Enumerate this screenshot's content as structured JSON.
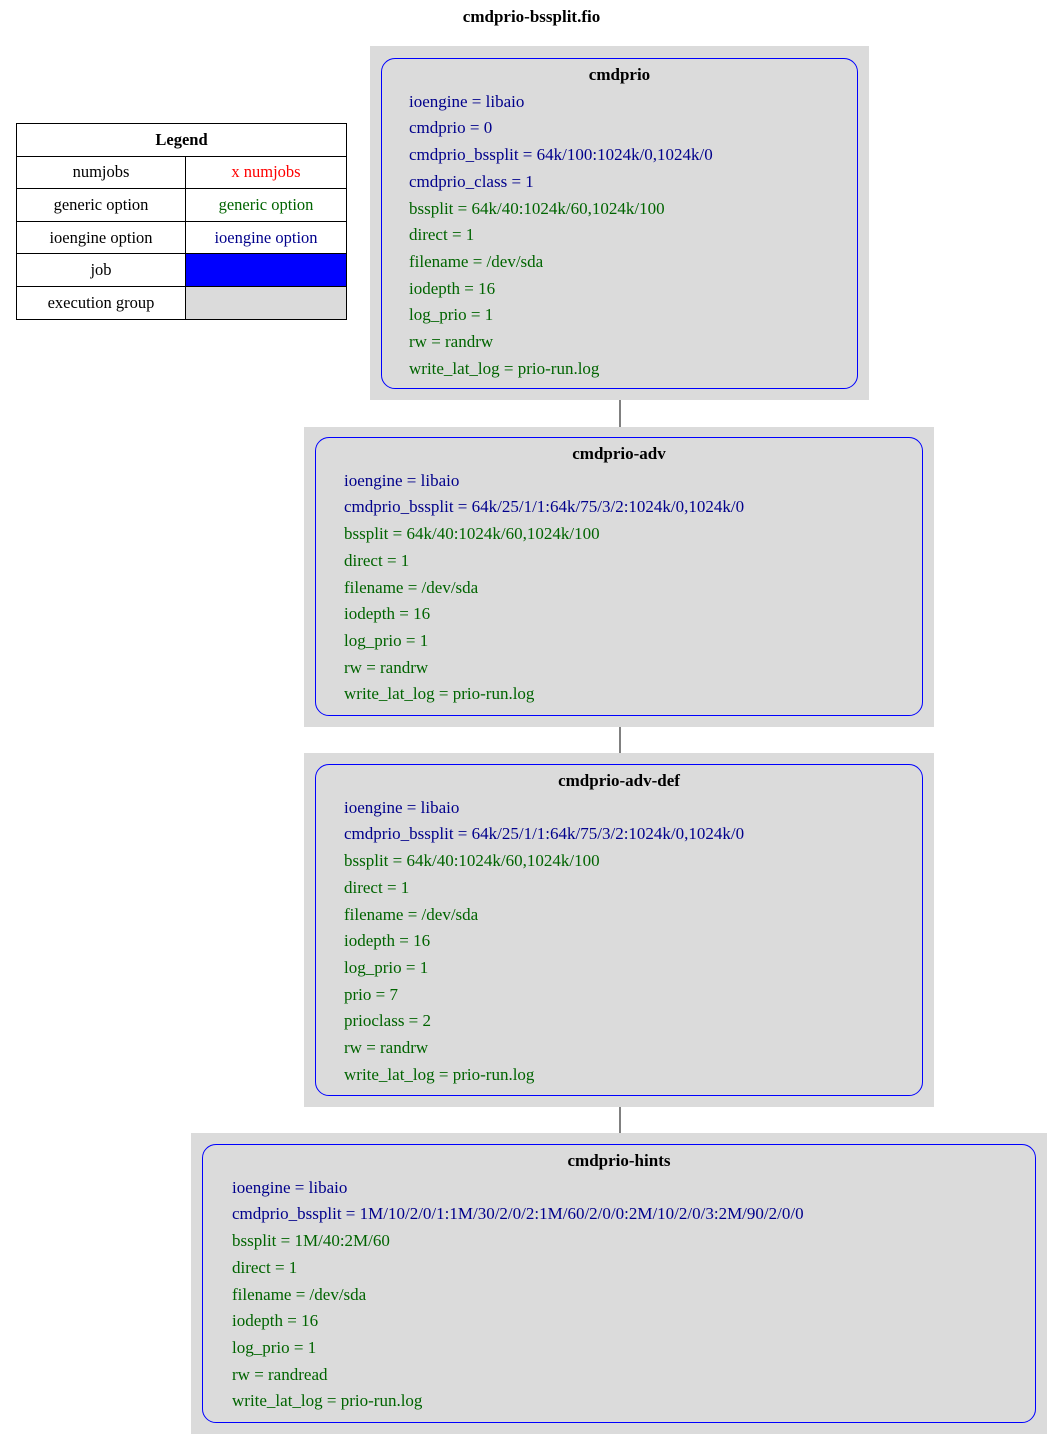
{
  "title": "cmdprio-bssplit.fio",
  "legend": {
    "title": "Legend",
    "rows": [
      {
        "label": "numjobs",
        "value": "x numjobs",
        "color": "#ff0000"
      },
      {
        "label": "generic option",
        "value": "generic option",
        "color": "#006400"
      },
      {
        "label": "ioengine option",
        "value": "ioengine option",
        "color": "#00008b"
      },
      {
        "label": "job",
        "value": "",
        "swatch": "#0000ff"
      },
      {
        "label": "execution group",
        "value": "",
        "swatch": "#dbdbdb"
      }
    ]
  },
  "jobs": [
    {
      "name": "cmdprio",
      "options": [
        {
          "text": "ioengine = libaio",
          "type": "ioengine"
        },
        {
          "text": "cmdprio = 0",
          "type": "ioengine"
        },
        {
          "text": "cmdprio_bssplit = 64k/100:1024k/0,1024k/0",
          "type": "ioengine"
        },
        {
          "text": "cmdprio_class = 1",
          "type": "ioengine"
        },
        {
          "text": "bssplit = 64k/40:1024k/60,1024k/100",
          "type": "generic"
        },
        {
          "text": "direct = 1",
          "type": "generic"
        },
        {
          "text": "filename = /dev/sda",
          "type": "generic"
        },
        {
          "text": "iodepth = 16",
          "type": "generic"
        },
        {
          "text": "log_prio = 1",
          "type": "generic"
        },
        {
          "text": "rw = randrw",
          "type": "generic"
        },
        {
          "text": "write_lat_log = prio-run.log",
          "type": "generic"
        }
      ]
    },
    {
      "name": "cmdprio-adv",
      "options": [
        {
          "text": "ioengine = libaio",
          "type": "ioengine"
        },
        {
          "text": "cmdprio_bssplit = 64k/25/1/1:64k/75/3/2:1024k/0,1024k/0",
          "type": "ioengine"
        },
        {
          "text": "bssplit = 64k/40:1024k/60,1024k/100",
          "type": "generic"
        },
        {
          "text": "direct = 1",
          "type": "generic"
        },
        {
          "text": "filename = /dev/sda",
          "type": "generic"
        },
        {
          "text": "iodepth = 16",
          "type": "generic"
        },
        {
          "text": "log_prio = 1",
          "type": "generic"
        },
        {
          "text": "rw = randrw",
          "type": "generic"
        },
        {
          "text": "write_lat_log = prio-run.log",
          "type": "generic"
        }
      ]
    },
    {
      "name": "cmdprio-adv-def",
      "options": [
        {
          "text": "ioengine = libaio",
          "type": "ioengine"
        },
        {
          "text": "cmdprio_bssplit = 64k/25/1/1:64k/75/3/2:1024k/0,1024k/0",
          "type": "ioengine"
        },
        {
          "text": "bssplit = 64k/40:1024k/60,1024k/100",
          "type": "generic"
        },
        {
          "text": "direct = 1",
          "type": "generic"
        },
        {
          "text": "filename = /dev/sda",
          "type": "generic"
        },
        {
          "text": "iodepth = 16",
          "type": "generic"
        },
        {
          "text": "log_prio = 1",
          "type": "generic"
        },
        {
          "text": "prio = 7",
          "type": "generic"
        },
        {
          "text": "prioclass = 2",
          "type": "generic"
        },
        {
          "text": "rw = randrw",
          "type": "generic"
        },
        {
          "text": "write_lat_log = prio-run.log",
          "type": "generic"
        }
      ]
    },
    {
      "name": "cmdprio-hints",
      "options": [
        {
          "text": "ioengine = libaio",
          "type": "ioengine"
        },
        {
          "text": "cmdprio_bssplit = 1M/10/2/0/1:1M/30/2/0/2:1M/60/2/0/0:2M/10/2/0/3:2M/90/2/0/0",
          "type": "ioengine"
        },
        {
          "text": "bssplit = 1M/40:2M/60",
          "type": "generic"
        },
        {
          "text": "direct = 1",
          "type": "generic"
        },
        {
          "text": "filename = /dev/sda",
          "type": "generic"
        },
        {
          "text": "iodepth = 16",
          "type": "generic"
        },
        {
          "text": "log_prio = 1",
          "type": "generic"
        },
        {
          "text": "rw = randread",
          "type": "generic"
        },
        {
          "text": "write_lat_log = prio-run.log",
          "type": "generic"
        }
      ]
    }
  ]
}
